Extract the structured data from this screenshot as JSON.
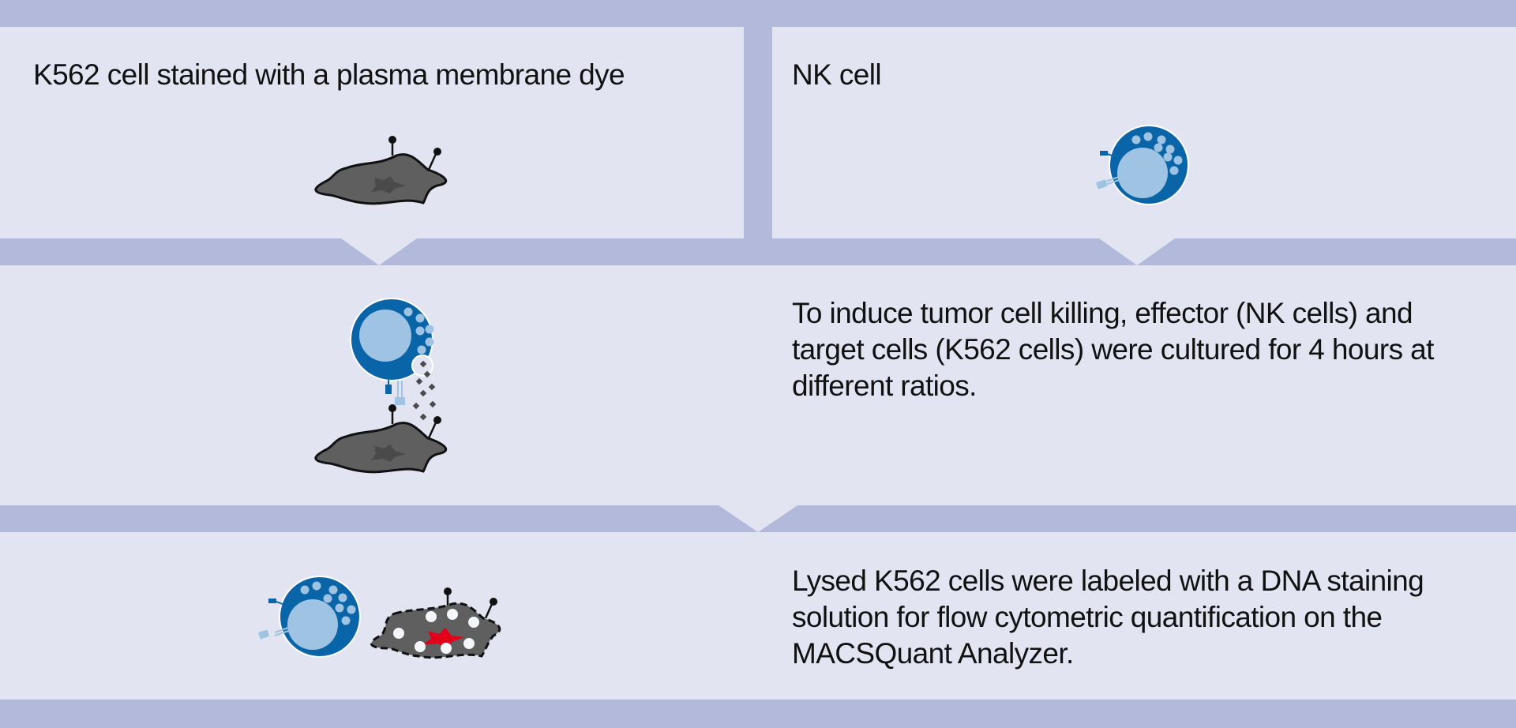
{
  "steps": [
    {
      "panels": [
        {
          "title": "K562 cell stained with a plasma membrane dye",
          "illustration": "k562-target-cell"
        },
        {
          "title": "NK cell",
          "illustration": "nk-effector-cell"
        }
      ]
    },
    {
      "description": "To induce tumor cell killing, effector (NK cells) and target cells (K562 cells) were cultured for 4 hours at different ratios.",
      "description_lines": [
        "To induce tumor cell killing, effector (NK cells) and",
        "target cells (K562 cells) were cultured for 4 hours at",
        "different ratios."
      ],
      "illustration": "nk-cell-attacking-k562-releasing-granules"
    },
    {
      "description": "Lysed K562 cells were labeled with a DNA staining solution for flow cytometric quantification on the MACSQuant Analyzer.",
      "description_lines": [
        "Lysed K562 cells were labeled with a DNA staining",
        "solution for flow cytometric quantification on the",
        "MACSQuant Analyzer."
      ],
      "illustration": "nk-cell-and-lysed-k562-with-stained-dna"
    }
  ],
  "colors": {
    "band": "#b3b9db",
    "panel": "#e2e5f1",
    "nk_cell_body": "#0a65a8",
    "nk_nucleus": "#9fc3e3",
    "k562_body": "#5f5f5f",
    "k562_nucleus": "#4a4a4a",
    "dna_stain": "#e2001a"
  }
}
